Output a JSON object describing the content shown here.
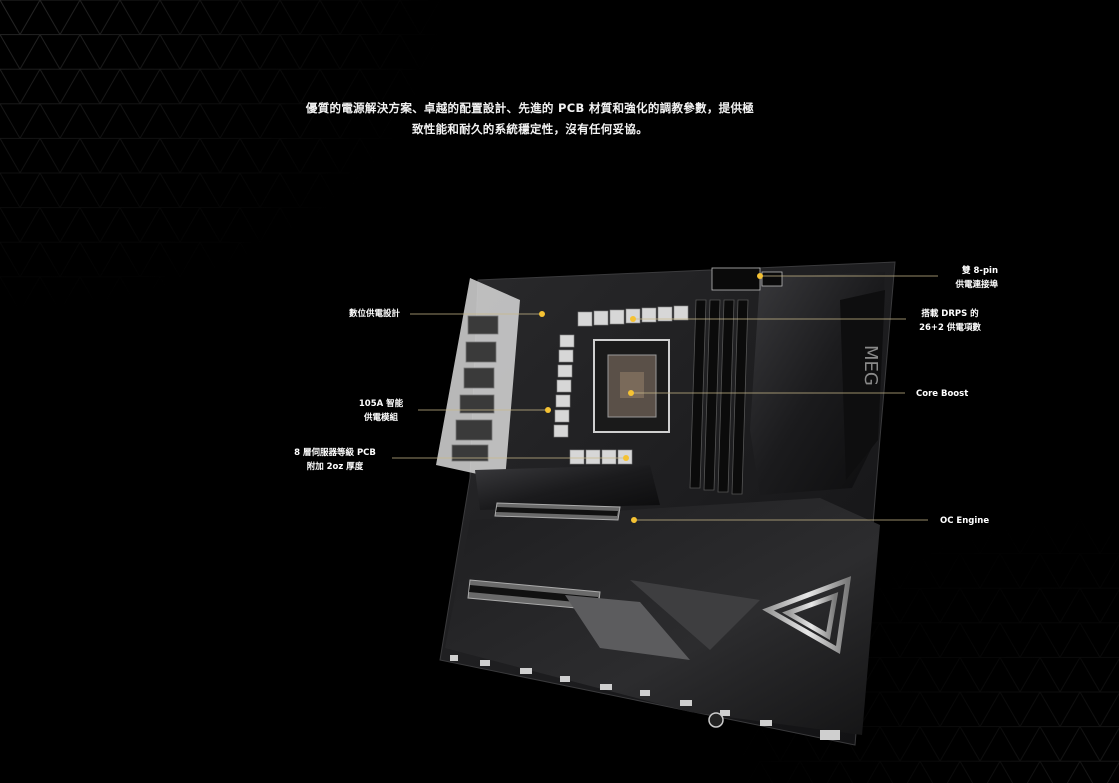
{
  "intro": {
    "line1": "優質的電源解決方案、卓越的配置設計、先進的 PCB 材質和強化的調教參數，提供極",
    "line2": "致性能和耐久的系統穩定性，沒有任何妥協。"
  },
  "callouts": {
    "digital_power": "數位供電設計",
    "power_stage_1": "105A 智能",
    "power_stage_2": "供電模組",
    "pcb_1": "8 層伺服器等級 PCB",
    "pcb_2": "附加 2oz 厚度",
    "dual8pin_1": "雙 8-pin",
    "dual8pin_2": "供電連接埠",
    "drps_1": "搭載 DRPS 的",
    "drps_2": "26+2 供電項數",
    "core_boost": "Core Boost",
    "oc_engine": "OC Engine"
  },
  "colors": {
    "background": "#000000",
    "callout_line": "#c9b98a",
    "callout_dot": "#f5c233"
  }
}
